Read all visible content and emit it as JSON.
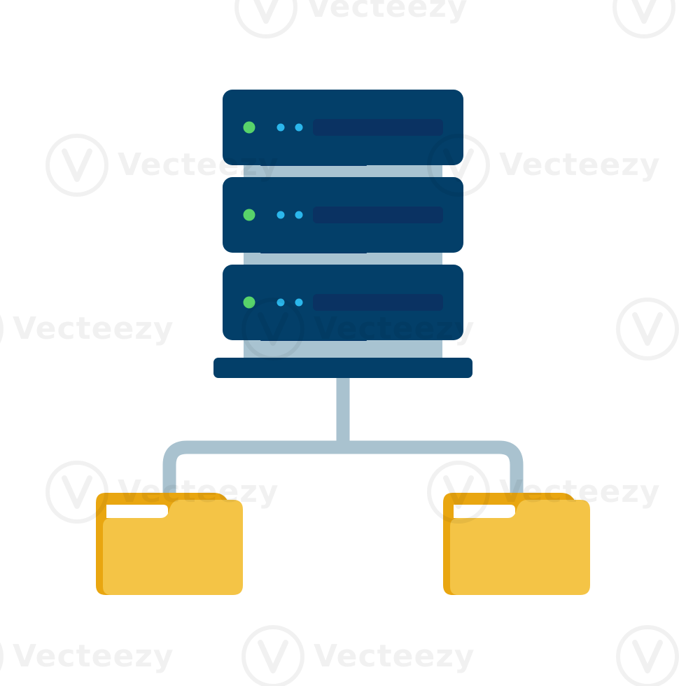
{
  "colors": {
    "server_body": "#033f69",
    "server_slot": "#0a3262",
    "server_shadow": "#05366a",
    "rack_frame": "#a8c3d1",
    "connector": "#a9c2cf",
    "led_power": "#58d36a",
    "led_activity": "#2bb7ec",
    "folder_front": "#f4c446",
    "folder_back": "#e9a610",
    "folder_paper": "#ffffff",
    "watermark": "#000000"
  },
  "icons": {
    "server": "server-rack-icon",
    "folder": "folder-icon",
    "network": "network-connector-icon"
  },
  "server_units": 3,
  "folders": 2,
  "watermark": {
    "text": "Vecteezy",
    "opacity": 0.05
  }
}
